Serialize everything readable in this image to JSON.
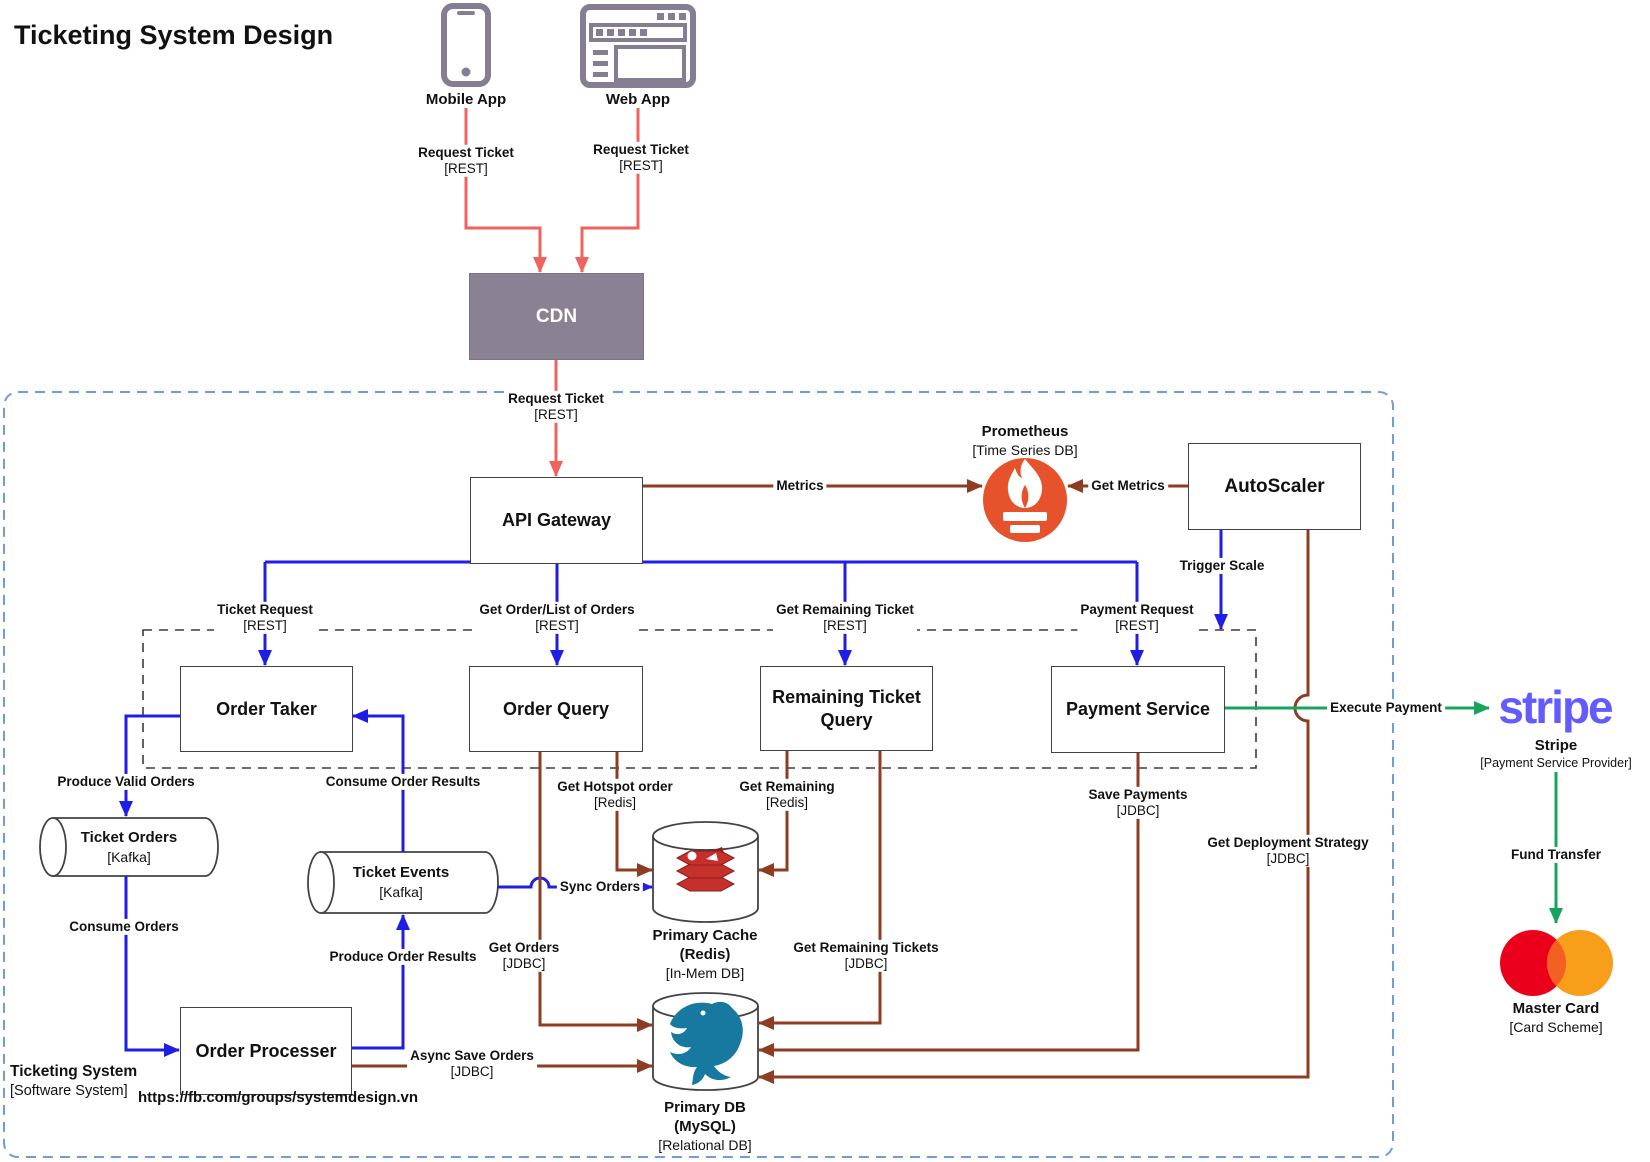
{
  "title": "Ticketing System Design",
  "colors": {
    "rest_edge": "#f0625d",
    "internal_edge": "#1e1ee4",
    "data_edge": "#8e3c22",
    "payment_edge": "#18a45c",
    "boundary": "#6f9ed6",
    "device_gray": "#857e92",
    "cdn_fill": "#8a8292",
    "prometheus_orange": "#e6522c",
    "stripe_purple": "#635bff",
    "mastercard_red": "#eb001b",
    "mastercard_orange": "#f79e1b",
    "redis_red": "#c6302b",
    "mysql_teal": "#17799f"
  },
  "icons": {
    "mobile": "smartphone-outline-icon",
    "web": "browser-window-icon",
    "prometheus": "prometheus-torch-icon",
    "redis": "redis-stack-icon",
    "mysql": "mysql-dolphin-icon",
    "stripe": "stripe-wordmark",
    "mastercard": "mastercard-circles-icon"
  },
  "actors": {
    "mobile": {
      "label": "Mobile App"
    },
    "web": {
      "label": "Web App"
    }
  },
  "nodes": {
    "cdn": {
      "label": "CDN"
    },
    "api_gateway": {
      "label": "API Gateway"
    },
    "autoscaler": {
      "label": "AutoScaler"
    },
    "order_taker": {
      "label": "Order Taker"
    },
    "order_query": {
      "label": "Order Query"
    },
    "remaining_ticket_query": {
      "label": "Remaining Ticket Query"
    },
    "payment_service": {
      "label": "Payment Service"
    },
    "order_processer": {
      "label": "Order Processer"
    }
  },
  "datastores": {
    "ticket_orders": {
      "name": "Ticket Orders",
      "tech": "[Kafka]"
    },
    "ticket_events": {
      "name": "Ticket Events",
      "tech": "[Kafka]"
    },
    "primary_cache": {
      "name": "Primary Cache",
      "sub": "(Redis)",
      "tech": "[In-Mem DB]"
    },
    "primary_db": {
      "name": "Primary DB",
      "sub": "(MySQL)",
      "tech": "[Relational DB]"
    }
  },
  "external": {
    "prometheus": {
      "name": "Prometheus",
      "tech": "[Time Series DB]"
    },
    "stripe": {
      "logo": "stripe",
      "name": "Stripe",
      "tech": "[Payment Service Provider]"
    },
    "mastercard": {
      "name": "Master Card",
      "tech": "[Card Scheme]"
    }
  },
  "edges": {
    "mobile_cdn": {
      "label": "Request Ticket",
      "proto": "[REST]"
    },
    "web_cdn": {
      "label": "Request Ticket",
      "proto": "[REST]"
    },
    "cdn_gateway": {
      "label": "Request Ticket",
      "proto": "[REST]"
    },
    "ticket_request": {
      "label": "Ticket Request",
      "proto": "[REST]"
    },
    "get_order_list": {
      "label": "Get Order/List of Orders",
      "proto": "[REST]"
    },
    "get_remaining_ticket": {
      "label": "Get Remaining Ticket",
      "proto": "[REST]"
    },
    "payment_request": {
      "label": "Payment Request",
      "proto": "[REST]"
    },
    "metrics": {
      "label": "Metrics"
    },
    "get_metrics": {
      "label": "Get Metrics"
    },
    "trigger_scale": {
      "label": "Trigger Scale"
    },
    "produce_valid_orders": {
      "label": "Produce Valid Orders"
    },
    "consume_order_results": {
      "label": "Consume Order Results"
    },
    "consume_orders": {
      "label": "Consume Orders"
    },
    "produce_order_results": {
      "label": "Produce Order Results"
    },
    "get_hotspot_order": {
      "label": "Get Hotspot order",
      "proto": "[Redis]"
    },
    "get_remaining": {
      "label": "Get Remaining",
      "proto": "[Redis]"
    },
    "sync_orders": {
      "label": "Sync Orders"
    },
    "get_orders": {
      "label": "Get Orders",
      "proto": "[JDBC]"
    },
    "async_save_orders": {
      "label": "Async Save Orders",
      "proto": "[JDBC]"
    },
    "get_remaining_tickets": {
      "label": "Get Remaining Tickets",
      "proto": "[JDBC]"
    },
    "save_payments": {
      "label": "Save Payments",
      "proto": "[JDBC]"
    },
    "get_deployment_strategy": {
      "label": "Get Deployment Strategy",
      "proto": "[JDBC]"
    },
    "execute_payment": {
      "label": "Execute Payment"
    },
    "fund_transfer": {
      "label": "Fund Transfer"
    }
  },
  "boundary": {
    "name": "Ticketing System",
    "tech": "[Software System]",
    "url": "https://fb.com/groups/systemdesign.vn"
  }
}
